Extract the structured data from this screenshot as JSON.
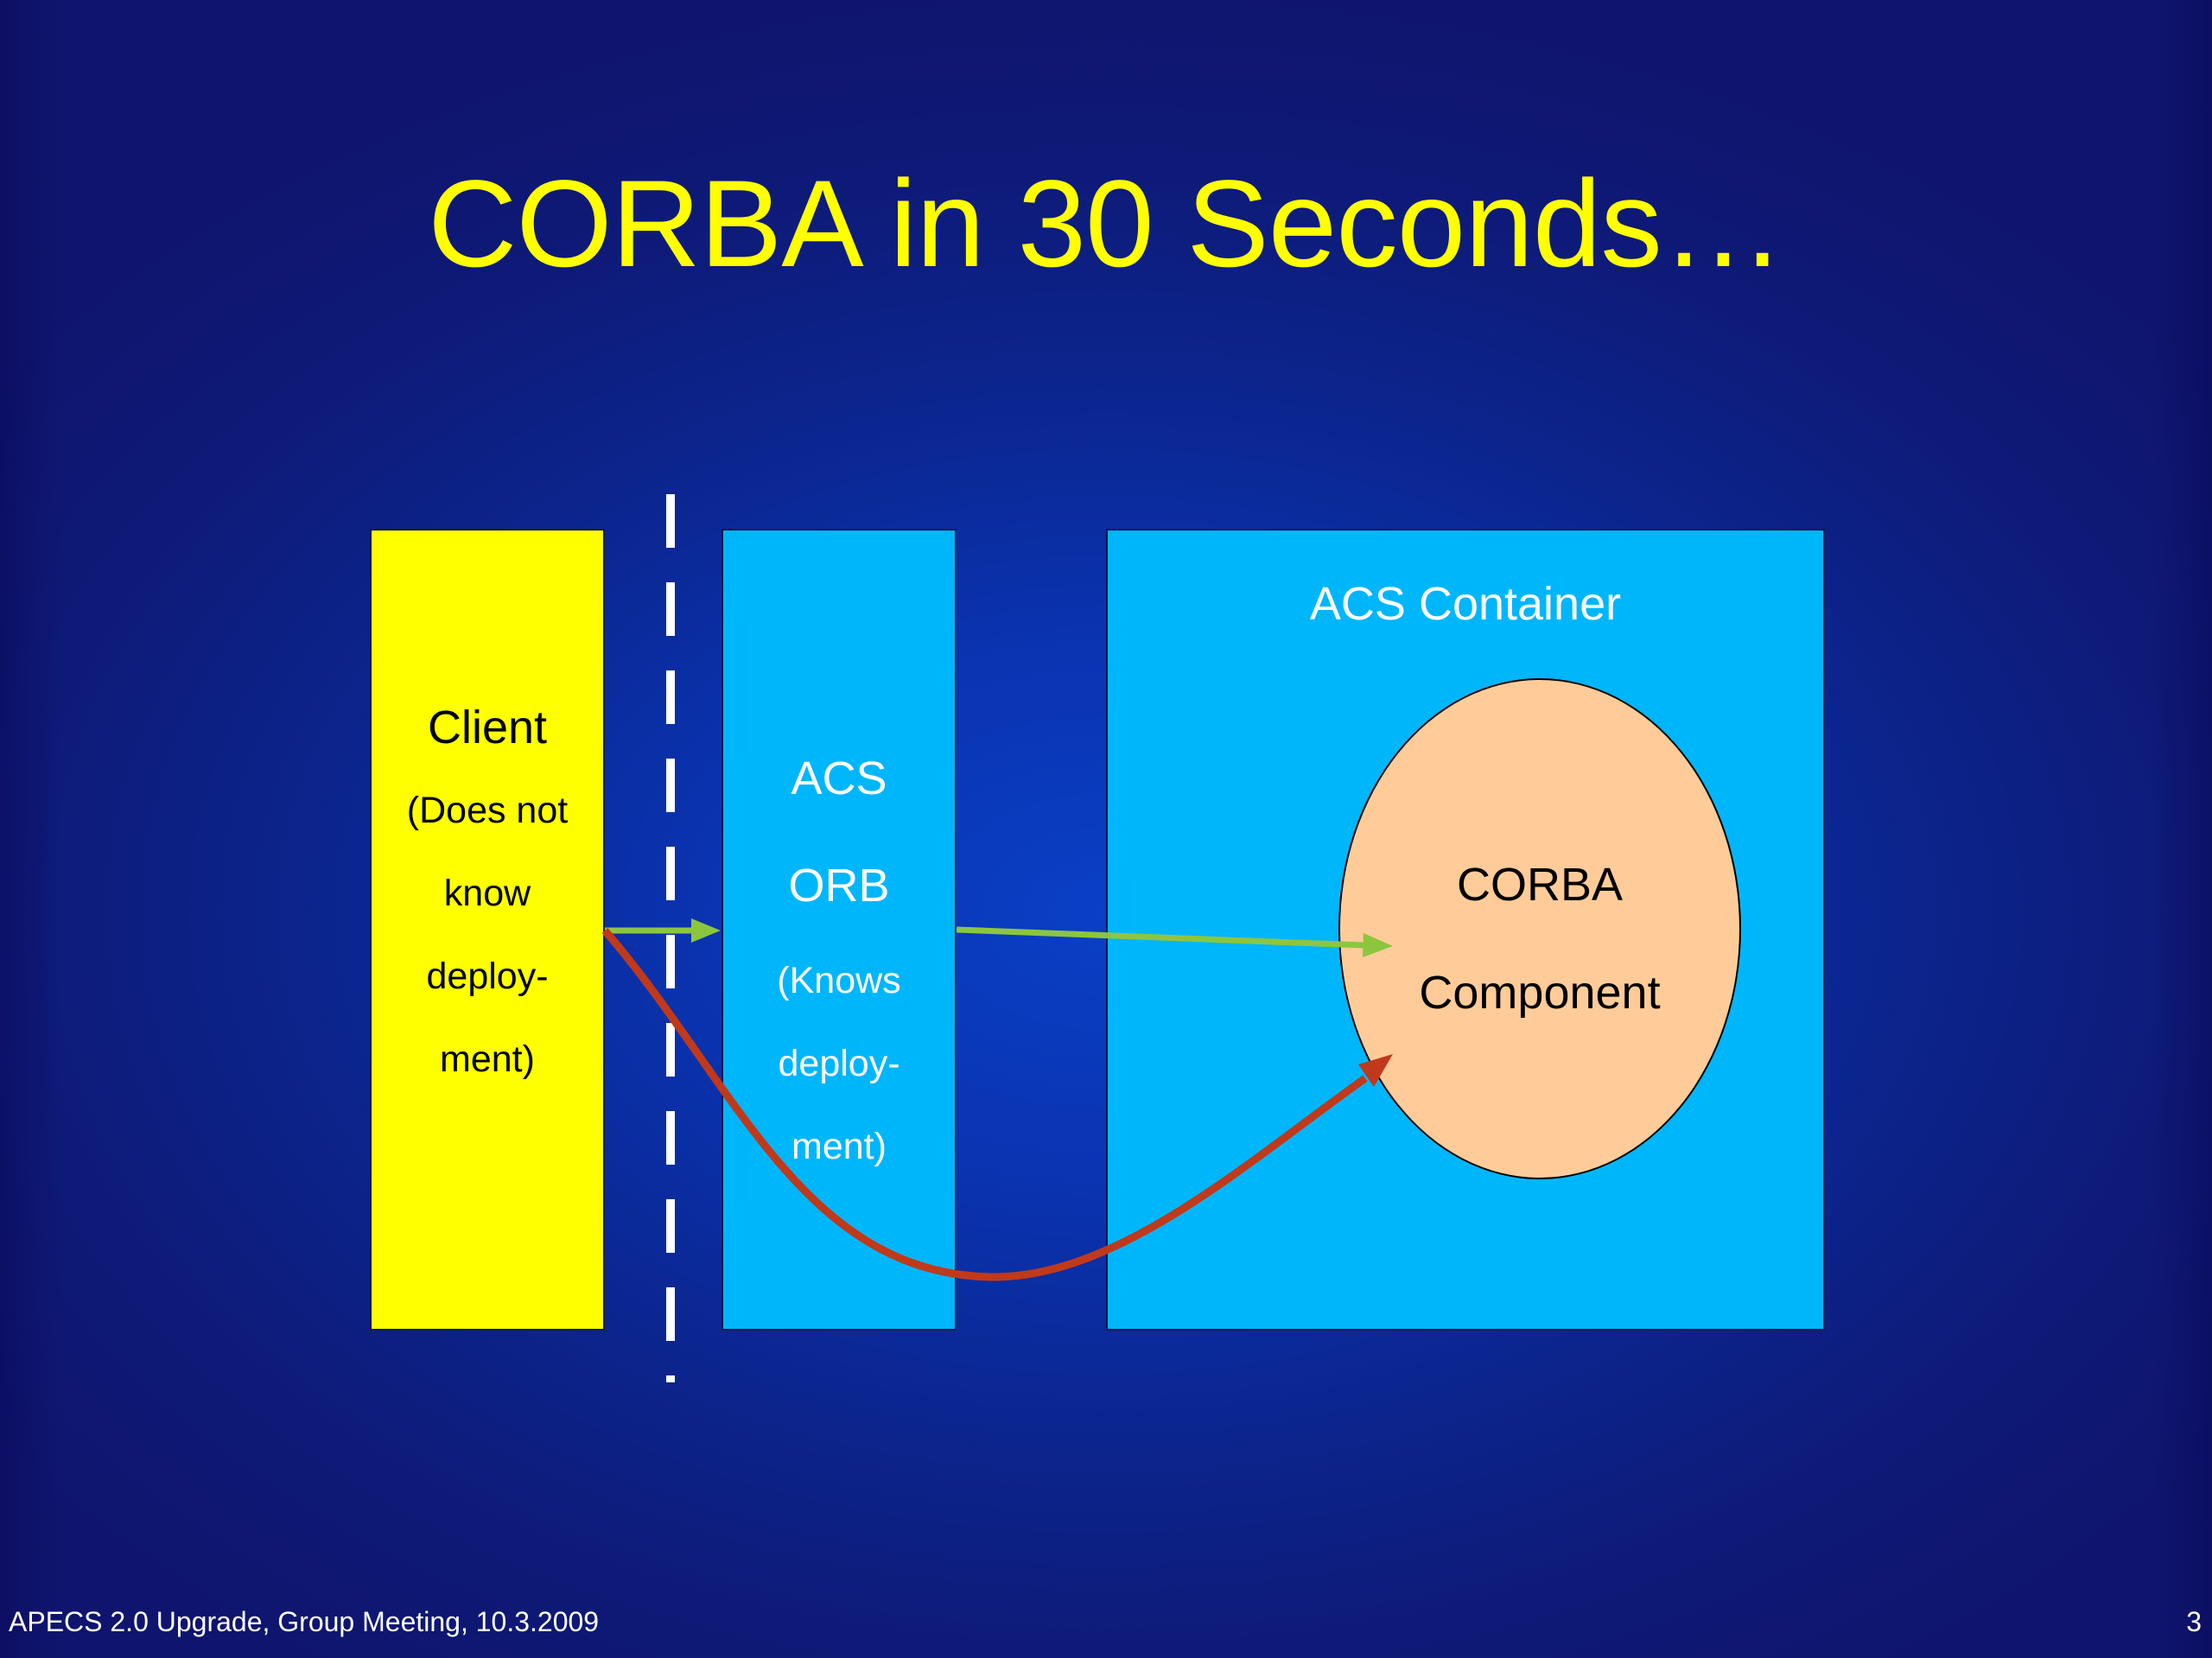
{
  "slide": {
    "title": "CORBA in 30 Seconds…",
    "footer": "APECS 2.0 Upgrade, Group Meeting, 10.3.2009",
    "page_number": "3"
  },
  "diagram": {
    "client": {
      "title": "Client",
      "lines": [
        "(Does not",
        "know",
        "deploy-",
        "ment)"
      ]
    },
    "orb": {
      "lines_big": [
        "ACS",
        "ORB"
      ],
      "lines_small": [
        "(Knows",
        "deploy-",
        "ment)"
      ]
    },
    "container": {
      "label": "ACS Container"
    },
    "component": {
      "lines": [
        "CORBA",
        "Component"
      ]
    }
  },
  "colors": {
    "title": "#ffff00",
    "client_fill": "#ffff00",
    "orb_fill": "#00b6fb",
    "container_fill": "#00b6fb",
    "component_fill": "#ffcc99",
    "arrow_green": "#8cc63f",
    "arrow_red": "#c0391b",
    "divider": "#ffffff"
  }
}
